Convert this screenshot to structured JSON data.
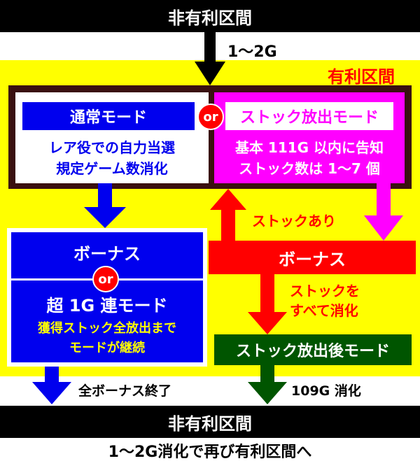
{
  "top_bar": {
    "text": "非有利区間"
  },
  "bottom_bar": {
    "text": "非有利区間"
  },
  "footer_note": "1〜2G消化で再び有利区間へ",
  "top_arrow_label": "1〜2G",
  "zone_label": "有利区間",
  "normal_mode": {
    "title": "通常モード",
    "lines": [
      "レア役での自力当選",
      "規定ゲーム数消化"
    ]
  },
  "stock_release_mode": {
    "title": "ストック放出モード",
    "lines": [
      "基本 111G 以内に告知",
      "ストック数は 1〜7 個"
    ]
  },
  "or_label": "or",
  "left_bonus": {
    "title": "ボーナス"
  },
  "super_mode": {
    "title": "超 1G 連モード",
    "lines": [
      "獲得ストック全放出まで",
      "モードが継続"
    ]
  },
  "right_bonus": {
    "title": "ボーナス"
  },
  "after_mode": {
    "title": "ストック放出後モード"
  },
  "labels": {
    "stock_yes": "ストックあり",
    "stock_all_used_1": "ストックを",
    "stock_all_used_2": "すべて消化",
    "all_bonus_end": "全ボーナス終了",
    "g109": "109G 消化"
  },
  "colors": {
    "yellow": "#ffff00",
    "blue": "#0000ee",
    "magenta": "#ff00ff",
    "red": "#ff0000",
    "green": "#005500",
    "dark_frame": "#3a1010"
  }
}
